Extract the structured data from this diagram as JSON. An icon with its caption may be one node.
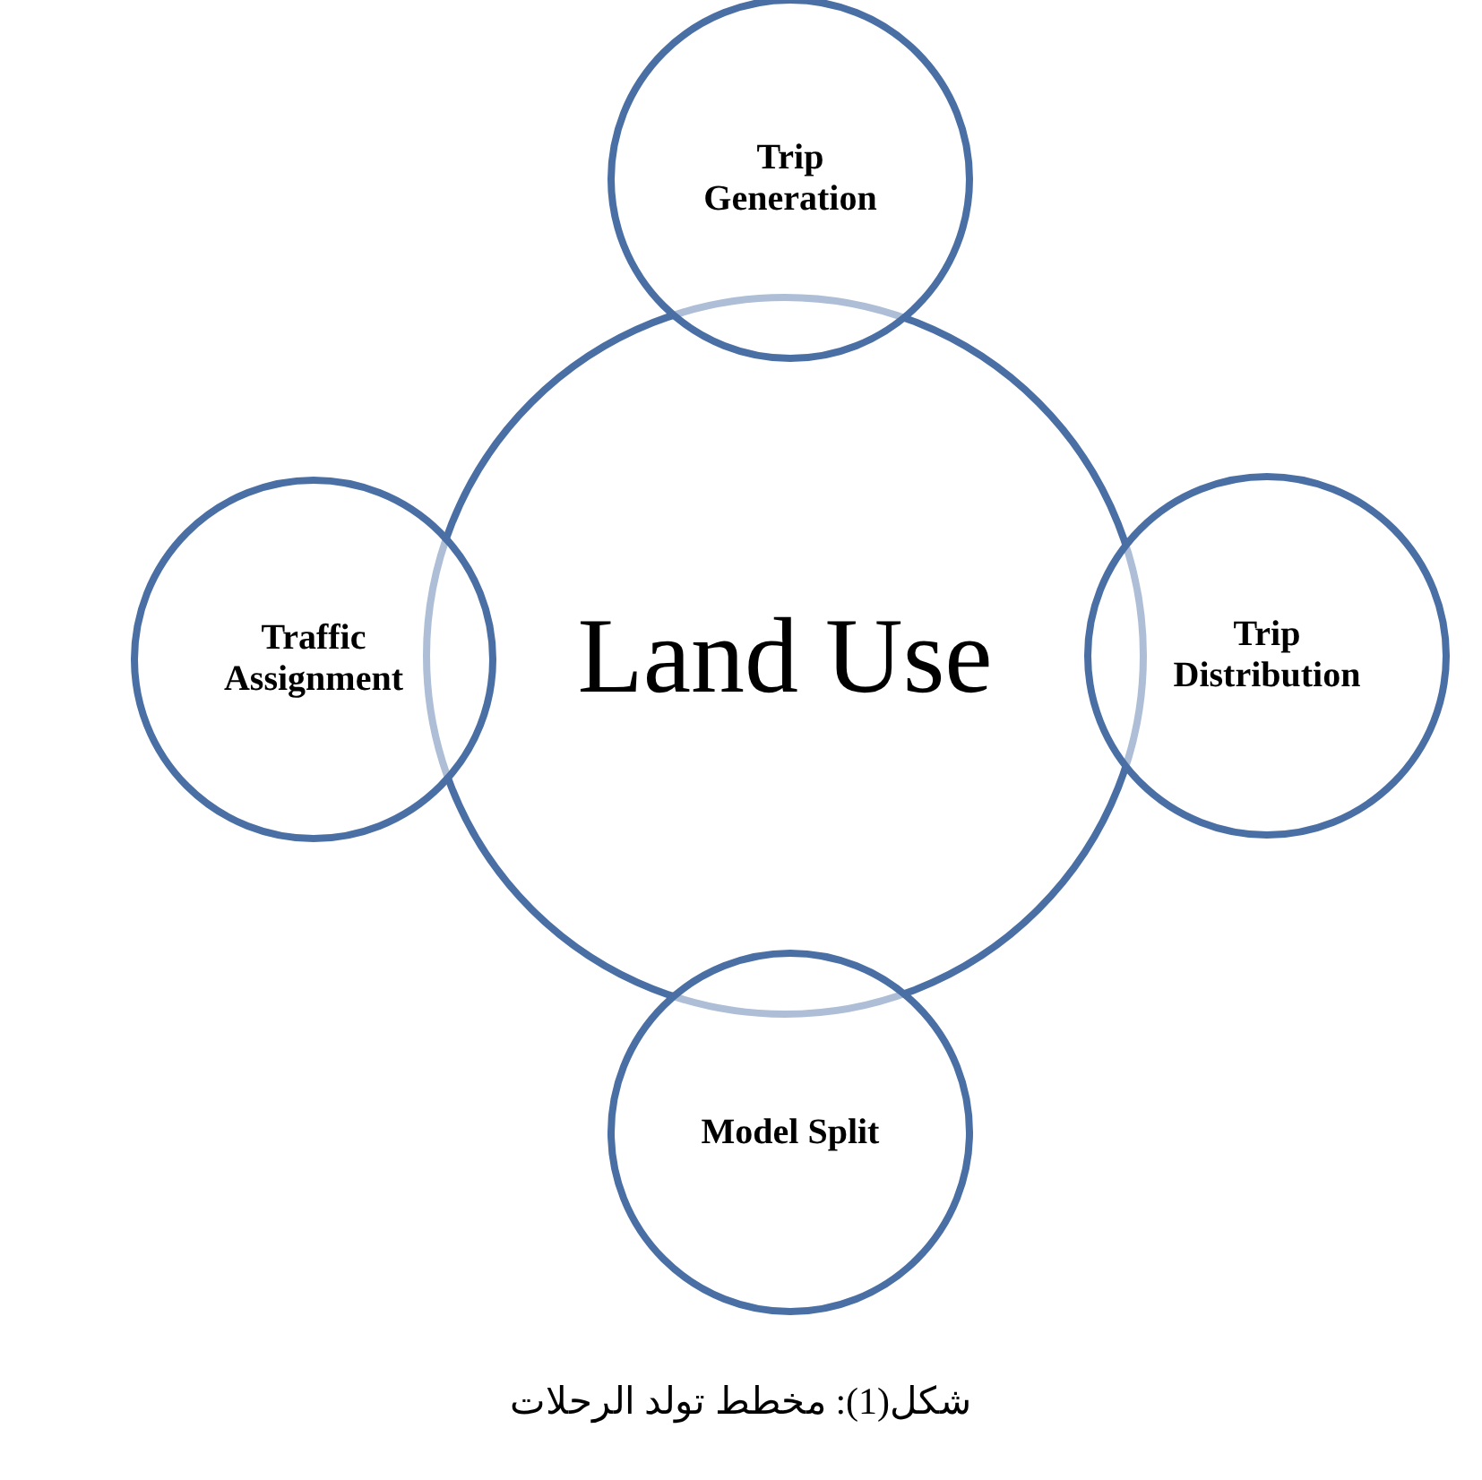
{
  "diagram": {
    "caption": "شكل(1): مخطط تولد الرحلات",
    "nodes": [
      {
        "text": [
          "Trip Generation"
        ]
      },
      {
        "text": [
          "Traffic Assignment"
        ]
      },
      {
        "text": [
          "Land Use"
        ]
      },
      {
        "text": [
          "Trip Distribution"
        ]
      },
      {
        "text": [
          "Model Split"
        ]
      }
    ]
  }
}
